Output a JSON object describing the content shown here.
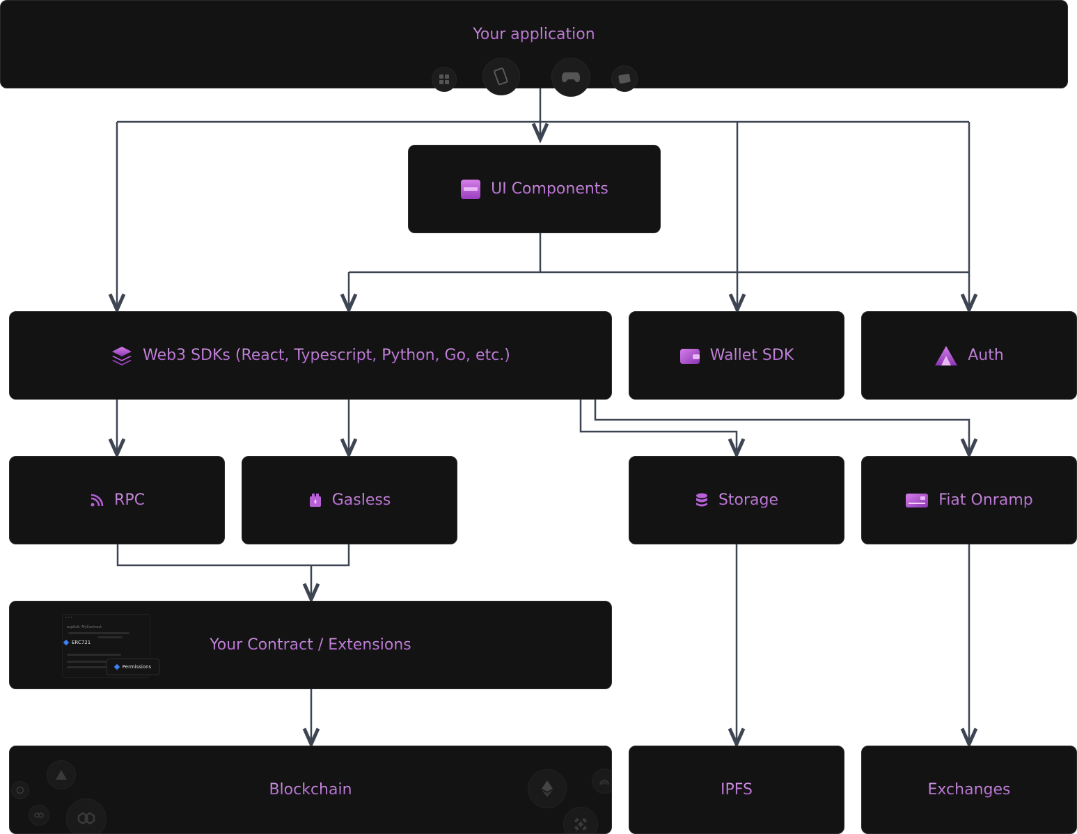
{
  "nodes": {
    "app": "Your application",
    "ui": "UI Components",
    "web3": "Web3 SDKs (React, Typescript, Python, Go, etc.)",
    "wallet": "Wallet SDK",
    "auth": "Auth",
    "rpc": "RPC",
    "gasless": "Gasless",
    "storage": "Storage",
    "fiat": "Fiat Onramp",
    "contract": "Your Contract / Extensions",
    "blockchain": "Blockchain",
    "ipfs": "IPFS",
    "exchanges": "Exchanges"
  },
  "contract_preview": {
    "header": "explicit: MyContract",
    "badge1": "ERC721",
    "badge2": "Permissions"
  },
  "colors": {
    "box_bg": "#131313",
    "line": "#3d4452",
    "label_top": "#d49ae6",
    "label_bottom": "#a55bc4",
    "icon": "#b760d8"
  }
}
